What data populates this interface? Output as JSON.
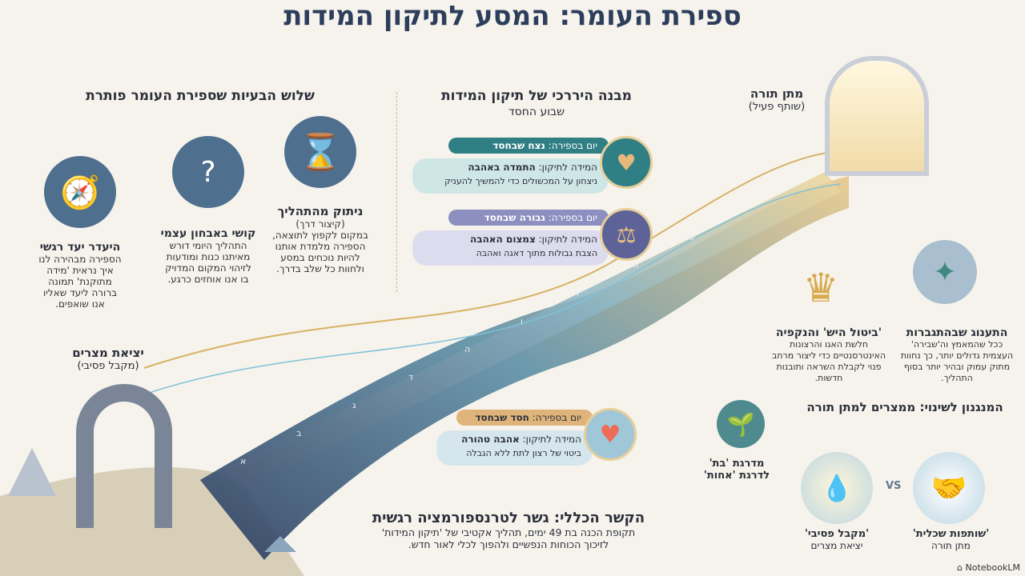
{
  "title": "ספירת העומר: המסע לתיקון המידות",
  "problems": {
    "heading": "שלוש הבעיות שספירת העומר פותרת",
    "items": [
      {
        "title": "ניתוק מהתהליך",
        "subtitle": "(קיצור דרך)",
        "text": "במקום לקפוץ לתוצאה, הספירה מלמדת אותנו להיות נוכחים במסע ולחוות כל שלב בדרך.",
        "icon": "hourglass-icon"
      },
      {
        "title": "קושי באבחון עצמי",
        "text": "התהליך היומי דורש מאיתנו כנות ומודעות לזיהוי המקום המדויק בו אנו אוחזים כרגע.",
        "icon": "mirror-icon"
      },
      {
        "title": "היעדר יעד רגשי",
        "text": "הספירה מבהירה לנו איך נראית 'מידה מתוקנת' תמונה ברורה ליעד שאליו אנו שואפים.",
        "icon": "compass-icon"
      }
    ]
  },
  "hierarchy": {
    "heading": "מבנה היררכי של תיקון המידות",
    "subheading": "שבוע החסד",
    "days": [
      {
        "day_label": "יום בספירה:",
        "day": "נצח שבחסד",
        "trait_label": "המידה לתיקון:",
        "trait": "התמדה באהבה",
        "desc": "ניצחון על המכשולים כדי להמשיך להעניק",
        "color": "#2f7f85"
      },
      {
        "day_label": "יום בספירה:",
        "day": "גבורה שבחסד",
        "trait_label": "המידה לתיקון:",
        "trait": "צמצום האהבה",
        "desc": "הצבת גבולות מתוך דאגה ואהבה",
        "color": "#6f74a8"
      },
      {
        "day_label": "יום בספירה:",
        "day": "חסד שבחסד",
        "trait_label": "המידה לתיקון:",
        "trait": "אהבה טהורה",
        "desc": "ביטוי של רצון לתת ללא הגבלה",
        "color": "#d9a765"
      }
    ]
  },
  "endpoints": {
    "top": {
      "title": "מתן תורה",
      "subtitle": "(שותף פעיל)"
    },
    "bottom": {
      "title": "יציאת מצרים",
      "subtitle": "(מקבל פסיבי)"
    }
  },
  "stair_letters": [
    "א",
    "ב",
    "ג",
    "ד",
    "ה",
    "ו",
    "ז",
    "ח",
    "ט",
    "י"
  ],
  "insights": [
    {
      "title": "'ביטול היש' והנקפיה",
      "text": "חלשת האגו והרצונות האינטרסנטיים כדי ליצור מרחב פנוי לקבלת השראה ותובנות חדשות.",
      "icon": "broken-crown-icon"
    },
    {
      "title": "התענוג שבהתגברות",
      "text": "ככל שהמאמץ וה'שבירה' העצמית גדולים יותר, כך נחוות מתוק עמוק ובהיר יותר בסוף התהליך.",
      "icon": "breaking-free-icon"
    }
  ],
  "mechanism": {
    "heading": "המנגנון לשינוי: ממצרים למתן תורה",
    "growth": "מדרגת 'בת' לדרגת 'אחות'",
    "vs": "VS",
    "left": {
      "title": "'מקבל פסיבי'",
      "subtitle": "יציאת מצרים"
    },
    "right": {
      "title": "'שותפות שכלית'",
      "subtitle": "מתן תורה"
    }
  },
  "summary": {
    "heading": "הקשר הכללי: גשר לטרנספורמציה רגשית",
    "text1": "תקופת הכנה בת 49 ימים, תהליך אקטיבי של 'תיקון המידות'",
    "text2": "לזיכוך הכוחות הנפשיים ולהפוך לכלי לאור חדש."
  },
  "brand": "NotebookLM"
}
